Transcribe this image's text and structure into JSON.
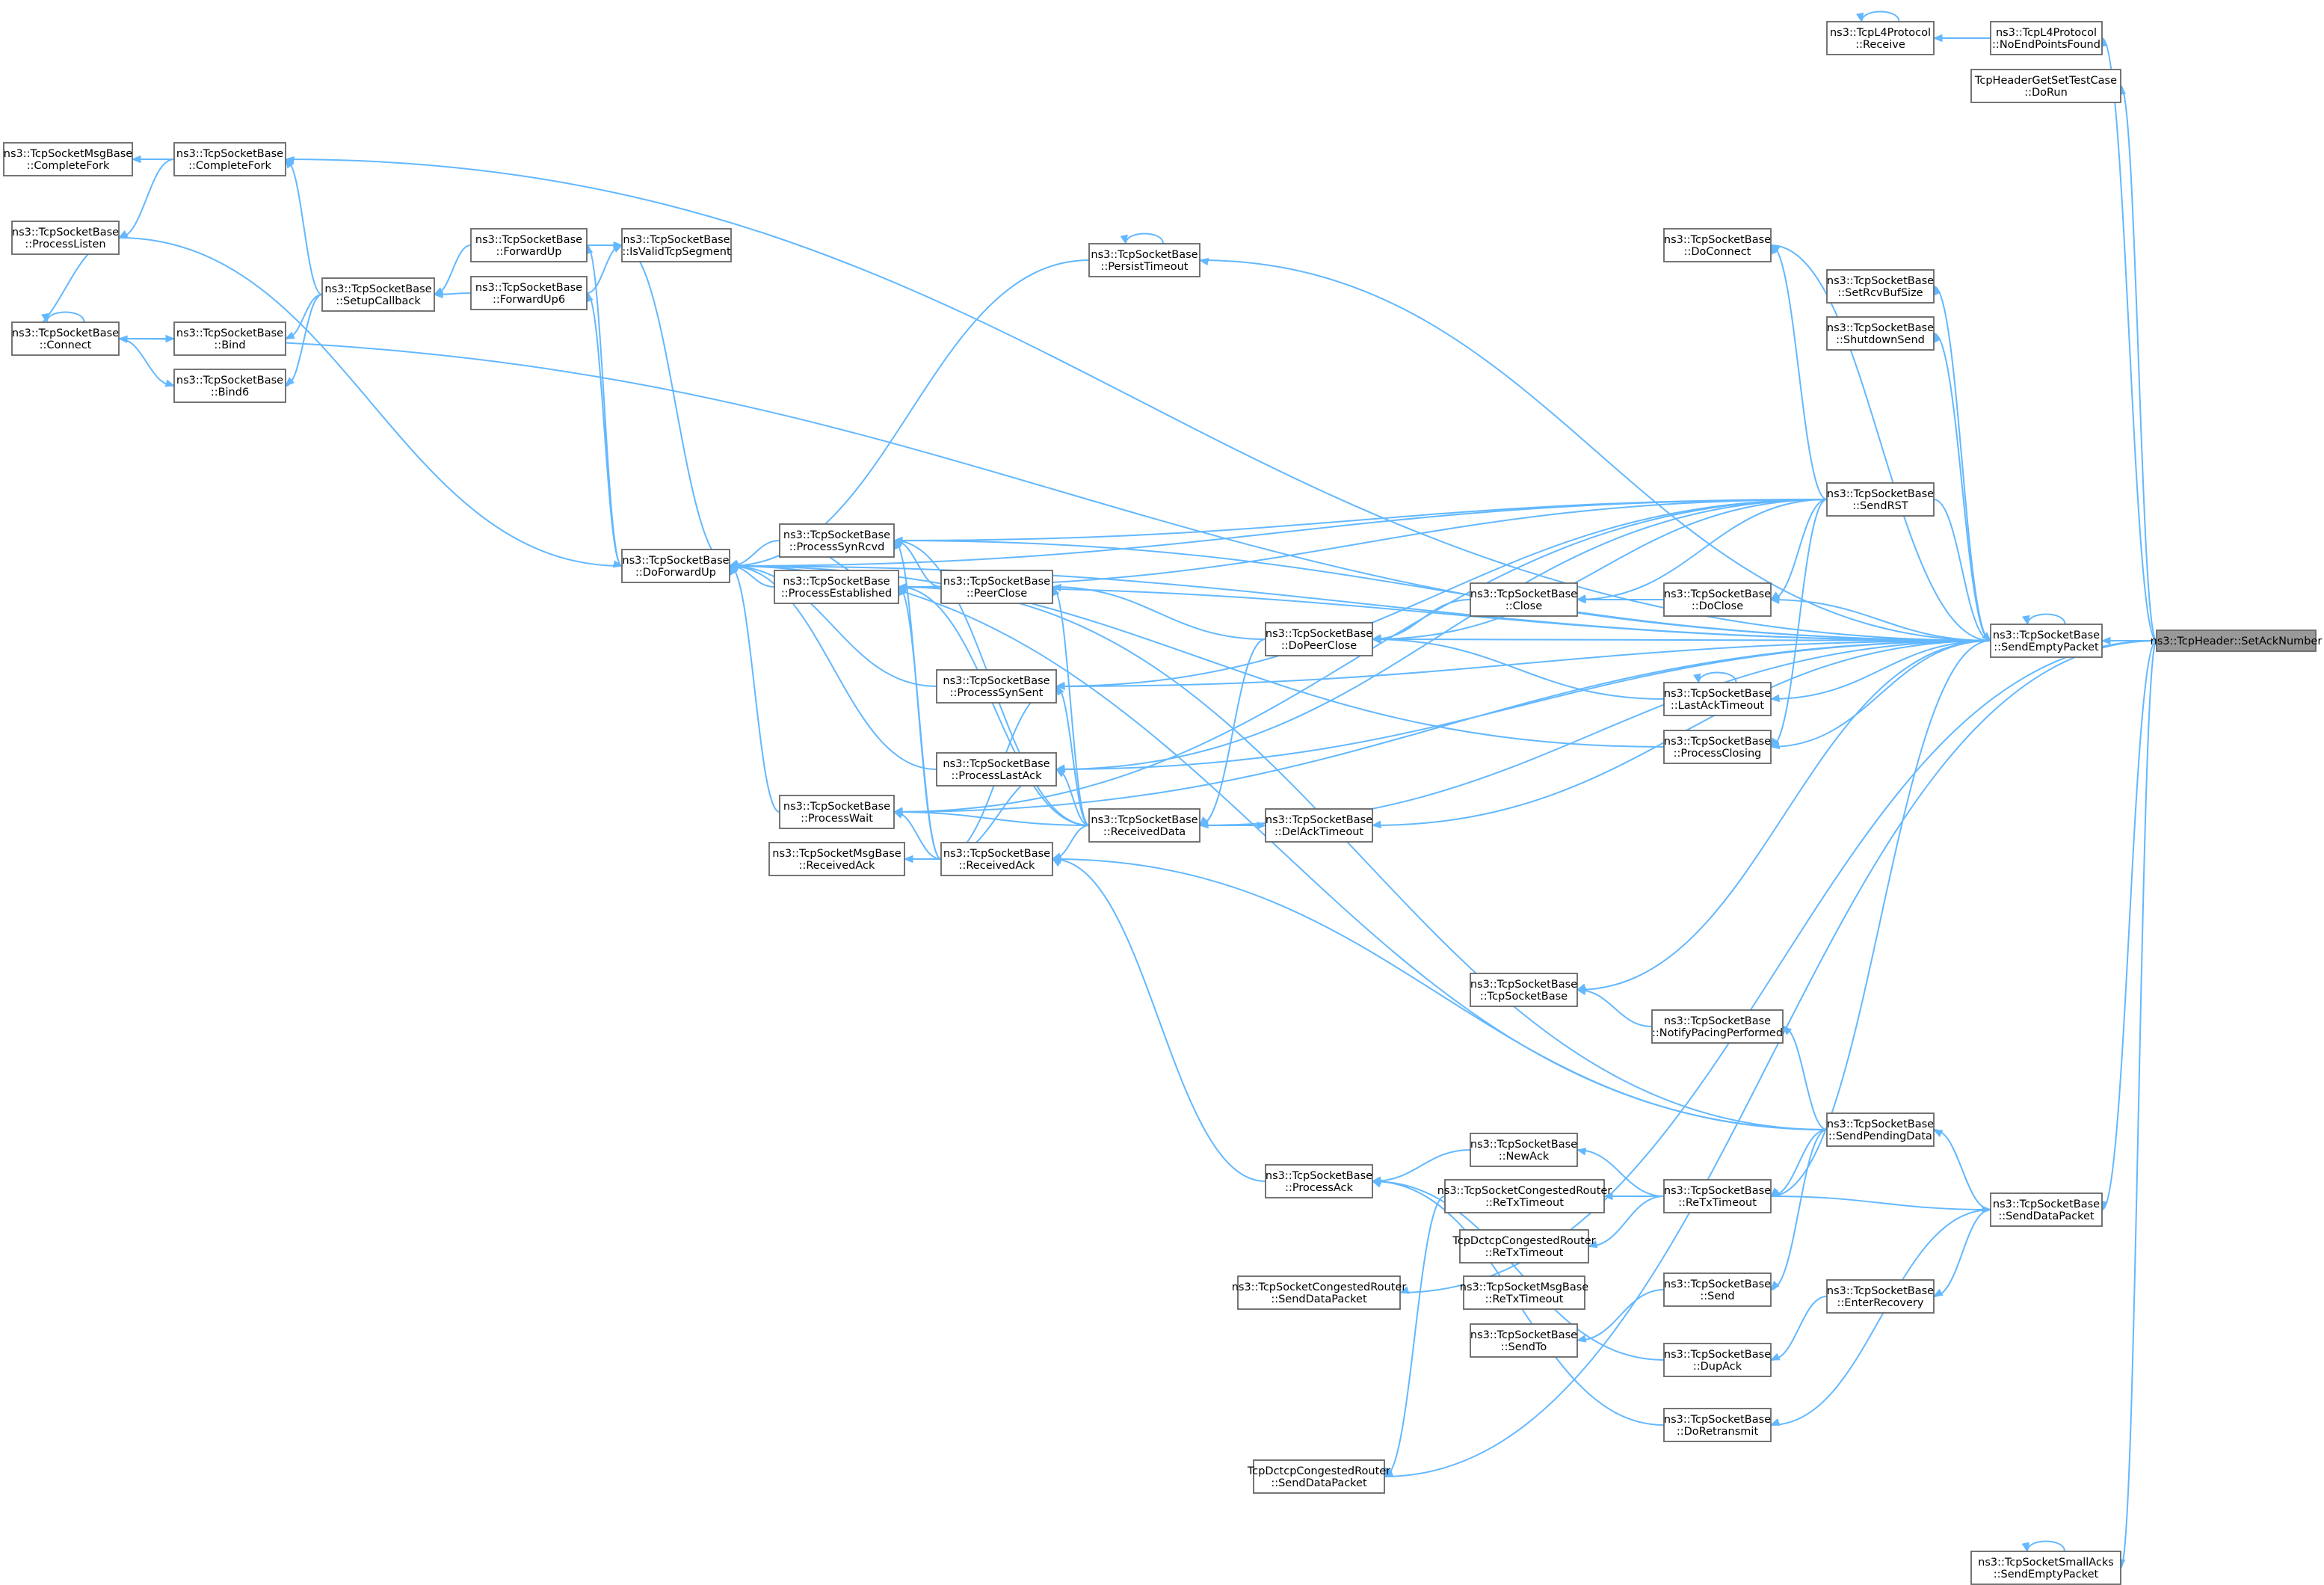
{
  "colors": {
    "edge": "#63b8ff",
    "node_border": "#666666",
    "root_fill": "#999999",
    "node_fill": "#ffffff"
  },
  "nodes": [
    {
      "id": "setack",
      "lines": [
        "ns3::TcpHeader::SetAckNumber"
      ],
      "root": true
    },
    {
      "id": "sendempty",
      "lines": [
        "ns3::TcpSocketBase",
        "::SendEmptyPacket"
      ]
    },
    {
      "id": "l4recv",
      "lines": [
        "ns3::TcpL4Protocol",
        "::Receive"
      ]
    },
    {
      "id": "noendpoints",
      "lines": [
        "ns3::TcpL4Protocol",
        "::NoEndPointsFound"
      ]
    },
    {
      "id": "hdrtest",
      "lines": [
        "TcpHeaderGetSetTestCase",
        "::DoRun"
      ]
    },
    {
      "id": "setrcvbuf",
      "lines": [
        "ns3::TcpSocketBase",
        "::SetRcvBufSize"
      ]
    },
    {
      "id": "shutdownsend",
      "lines": [
        "ns3::TcpSocketBase",
        "::ShutdownSend"
      ]
    },
    {
      "id": "sendrst",
      "lines": [
        "ns3::TcpSocketBase",
        "::SendRST"
      ]
    },
    {
      "id": "sendpending",
      "lines": [
        "ns3::TcpSocketBase",
        "::SendPendingData"
      ]
    },
    {
      "id": "senddata",
      "lines": [
        "ns3::TcpSocketBase",
        "::SendDataPacket"
      ]
    },
    {
      "id": "smallacks",
      "lines": [
        "ns3::TcpSocketSmallAcks",
        "::SendEmptyPacket"
      ]
    },
    {
      "id": "doconnect",
      "lines": [
        "ns3::TcpSocketBase",
        "::DoConnect"
      ]
    },
    {
      "id": "doclose",
      "lines": [
        "ns3::TcpSocketBase",
        "::DoClose"
      ]
    },
    {
      "id": "lastacktimeout",
      "lines": [
        "ns3::TcpSocketBase",
        "::LastAckTimeout"
      ]
    },
    {
      "id": "processclosing",
      "lines": [
        "ns3::TcpSocketBase",
        "::ProcessClosing"
      ]
    },
    {
      "id": "close",
      "lines": [
        "ns3::TcpSocketBase",
        "::Close"
      ]
    },
    {
      "id": "tcpsocketbase",
      "lines": [
        "ns3::TcpSocketBase",
        "::TcpSocketBase"
      ]
    },
    {
      "id": "notifypacing",
      "lines": [
        "ns3::TcpSocketBase",
        "::NotifyPacingPerformed"
      ]
    },
    {
      "id": "retxtimeout",
      "lines": [
        "ns3::TcpSocketBase",
        "::ReTxTimeout"
      ]
    },
    {
      "id": "send",
      "lines": [
        "ns3::TcpSocketBase",
        "::Send"
      ]
    },
    {
      "id": "enterrecovery",
      "lines": [
        "ns3::TcpSocketBase",
        "::EnterRecovery"
      ]
    },
    {
      "id": "dupack",
      "lines": [
        "ns3::TcpSocketBase",
        "::DupAck"
      ]
    },
    {
      "id": "doretransmit",
      "lines": [
        "ns3::TcpSocketBase",
        "::DoRetransmit"
      ]
    },
    {
      "id": "newack",
      "lines": [
        "ns3::TcpSocketBase",
        "::NewAck"
      ]
    },
    {
      "id": "cgretx",
      "lines": [
        "ns3::TcpSocketCongestedRouter",
        "::ReTxTimeout"
      ]
    },
    {
      "id": "dctcpretx",
      "lines": [
        "TcpDctcpCongestedRouter",
        "::ReTxTimeout"
      ]
    },
    {
      "id": "msgretx",
      "lines": [
        "ns3::TcpSocketMsgBase",
        "::ReTxTimeout"
      ]
    },
    {
      "id": "sendto",
      "lines": [
        "ns3::TcpSocketBase",
        "::SendTo"
      ]
    },
    {
      "id": "persisttimeout",
      "lines": [
        "ns3::TcpSocketBase",
        "::PersistTimeout"
      ]
    },
    {
      "id": "dopeerclose",
      "lines": [
        "ns3::TcpSocketBase",
        "::DoPeerClose"
      ]
    },
    {
      "id": "receiveddata",
      "lines": [
        "ns3::TcpSocketBase",
        "::ReceivedData"
      ]
    },
    {
      "id": "delacktimeout",
      "lines": [
        "ns3::TcpSocketBase",
        "::DelAckTimeout"
      ]
    },
    {
      "id": "processack",
      "lines": [
        "ns3::TcpSocketBase",
        "::ProcessAck"
      ]
    },
    {
      "id": "cgsenddata",
      "lines": [
        "ns3::TcpSocketCongestedRouter",
        "::SendDataPacket"
      ]
    },
    {
      "id": "dctcpsenddata",
      "lines": [
        "TcpDctcpCongestedRouter",
        "::SendDataPacket"
      ]
    },
    {
      "id": "processsynrcvd",
      "lines": [
        "ns3::TcpSocketBase",
        "::ProcessSynRcvd"
      ]
    },
    {
      "id": "processestablished",
      "lines": [
        "ns3::TcpSocketBase",
        "::ProcessEstablished"
      ]
    },
    {
      "id": "peerclose",
      "lines": [
        "ns3::TcpSocketBase",
        "::PeerClose"
      ]
    },
    {
      "id": "processsynsent",
      "lines": [
        "ns3::TcpSocketBase",
        "::ProcessSynSent"
      ]
    },
    {
      "id": "processlastack",
      "lines": [
        "ns3::TcpSocketBase",
        "::ProcessLastAck"
      ]
    },
    {
      "id": "processwait",
      "lines": [
        "ns3::TcpSocketBase",
        "::ProcessWait"
      ]
    },
    {
      "id": "receivedack",
      "lines": [
        "ns3::TcpSocketBase",
        "::ReceivedAck"
      ]
    },
    {
      "id": "msgreceivedack",
      "lines": [
        "ns3::TcpSocketMsgBase",
        "::ReceivedAck"
      ]
    },
    {
      "id": "doforwardup",
      "lines": [
        "ns3::TcpSocketBase",
        "::DoForwardUp"
      ]
    },
    {
      "id": "forwardup",
      "lines": [
        "ns3::TcpSocketBase",
        "::ForwardUp"
      ]
    },
    {
      "id": "forwardup6",
      "lines": [
        "ns3::TcpSocketBase",
        "::ForwardUp6"
      ]
    },
    {
      "id": "isvalid",
      "lines": [
        "ns3::TcpSocketBase",
        "::IsValidTcpSegment"
      ]
    },
    {
      "id": "setupcallback",
      "lines": [
        "ns3::TcpSocketBase",
        "::SetupCallback"
      ]
    },
    {
      "id": "completefork",
      "lines": [
        "ns3::TcpSocketBase",
        "::CompleteFork"
      ]
    },
    {
      "id": "msgcompletefork",
      "lines": [
        "ns3::TcpSocketMsgBase",
        "::CompleteFork"
      ]
    },
    {
      "id": "processlisten",
      "lines": [
        "ns3::TcpSocketBase",
        "::ProcessListen"
      ]
    },
    {
      "id": "connect",
      "lines": [
        "ns3::TcpSocketBase",
        "::Connect"
      ]
    },
    {
      "id": "bind",
      "lines": [
        "ns3::TcpSocketBase",
        "::Bind"
      ]
    },
    {
      "id": "bind6",
      "lines": [
        "ns3::TcpSocketBase",
        "::Bind6"
      ]
    }
  ],
  "edges": [
    [
      "sendempty",
      "setack"
    ],
    [
      "noendpoints",
      "setack"
    ],
    [
      "hdrtest",
      "setack"
    ],
    [
      "senddata",
      "setack"
    ],
    [
      "smallacks",
      "setack"
    ],
    [
      "dctcpsenddata",
      "setack"
    ],
    [
      "cgsenddata",
      "setack"
    ],
    [
      "l4recv",
      "noendpoints"
    ],
    [
      "l4recv",
      "l4recv"
    ],
    [
      "sendempty",
      "sendempty"
    ],
    [
      "smallacks",
      "smallacks"
    ],
    [
      "setrcvbuf",
      "sendempty"
    ],
    [
      "shutdownsend",
      "sendempty"
    ],
    [
      "doconnect",
      "sendempty"
    ],
    [
      "doclose",
      "sendempty"
    ],
    [
      "dopeerclose",
      "sendempty"
    ],
    [
      "lastacktimeout",
      "sendempty"
    ],
    [
      "processclosing",
      "sendempty"
    ],
    [
      "delacktimeout",
      "sendempty"
    ],
    [
      "receiveddata",
      "sendempty"
    ],
    [
      "processlastack",
      "sendempty"
    ],
    [
      "processwait",
      "sendempty"
    ],
    [
      "tcpsocketbase",
      "sendempty"
    ],
    [
      "retxtimeout",
      "sendempty"
    ],
    [
      "persisttimeout",
      "sendempty"
    ],
    [
      "completefork",
      "sendempty"
    ],
    [
      "connect",
      "sendempty"
    ],
    [
      "processsynsent",
      "sendempty"
    ],
    [
      "doforwardup",
      "sendempty"
    ],
    [
      "processsynrcvd",
      "sendempty"
    ],
    [
      "processestablished",
      "sendempty"
    ],
    [
      "sendempty",
      "sendrst"
    ],
    [
      "doconnect",
      "sendrst"
    ],
    [
      "doclose",
      "sendrst"
    ],
    [
      "close",
      "sendrst"
    ],
    [
      "processclosing",
      "sendrst"
    ],
    [
      "processsynrcvd",
      "sendrst"
    ],
    [
      "processestablished",
      "sendrst"
    ],
    [
      "dopeerclose",
      "sendrst"
    ],
    [
      "processsynsent",
      "sendrst"
    ],
    [
      "processlastack",
      "sendrst"
    ],
    [
      "processwait",
      "sendrst"
    ],
    [
      "doforwardup",
      "sendrst"
    ],
    [
      "close",
      "doclose"
    ],
    [
      "dopeerclose",
      "close"
    ],
    [
      "lastacktimeout",
      "lastacktimeout"
    ],
    [
      "dopeerclose",
      "lastacktimeout"
    ],
    [
      "doforwardup",
      "processclosing"
    ],
    [
      "sendpending",
      "senddata"
    ],
    [
      "senddata",
      "retxtimeout"
    ],
    [
      "enterrecovery",
      "senddata"
    ],
    [
      "doretransmit",
      "senddata"
    ],
    [
      "tcpsocketbase",
      "notifypacing"
    ],
    [
      "notifypacing",
      "sendpending"
    ],
    [
      "retxtimeout",
      "sendpending"
    ],
    [
      "send",
      "sendpending"
    ],
    [
      "receivedack",
      "sendpending"
    ],
    [
      "processestablished",
      "sendpending"
    ],
    [
      "doforwardup",
      "sendpending"
    ],
    [
      "newack",
      "retxtimeout"
    ],
    [
      "cgretx",
      "retxtimeout"
    ],
    [
      "dctcpretx",
      "retxtimeout"
    ],
    [
      "dupack",
      "enterrecovery"
    ],
    [
      "sendto",
      "send"
    ],
    [
      "processack",
      "newack"
    ],
    [
      "processack",
      "dupack"
    ],
    [
      "processack",
      "doretransmit"
    ],
    [
      "dctcpsenddata",
      "cgretx"
    ],
    [
      "receivedack",
      "processack"
    ],
    [
      "persisttimeout",
      "persisttimeout"
    ],
    [
      "doforwardup",
      "persisttimeout"
    ],
    [
      "receiveddata",
      "dopeerclose"
    ],
    [
      "delacktimeout",
      "receiveddata"
    ],
    [
      "processsynrcvd",
      "receiveddata"
    ],
    [
      "processestablished",
      "receiveddata"
    ],
    [
      "peerclose",
      "receiveddata"
    ],
    [
      "processsynsent",
      "receiveddata"
    ],
    [
      "processlastack",
      "receiveddata"
    ],
    [
      "processwait",
      "receiveddata"
    ],
    [
      "receivedack",
      "receiveddata"
    ],
    [
      "peerclose",
      "dopeerclose"
    ],
    [
      "processsynrcvd",
      "peerclose"
    ],
    [
      "processestablished",
      "peerclose"
    ],
    [
      "processsynrcvd",
      "receivedack"
    ],
    [
      "processestablished",
      "receivedack"
    ],
    [
      "processsynsent",
      "receivedack"
    ],
    [
      "processlastack",
      "receivedack"
    ],
    [
      "processwait",
      "receivedack"
    ],
    [
      "msgreceivedack",
      "receivedack"
    ],
    [
      "processsynrcvd",
      "processestablished"
    ],
    [
      "doforwardup",
      "processsynrcvd"
    ],
    [
      "doforwardup",
      "processestablished"
    ],
    [
      "doforwardup",
      "processsynsent"
    ],
    [
      "doforwardup",
      "processlastack"
    ],
    [
      "doforwardup",
      "processwait"
    ],
    [
      "doforwardup",
      "processlisten"
    ],
    [
      "forwardup",
      "doforwardup"
    ],
    [
      "forwardup6",
      "doforwardup"
    ],
    [
      "isvalid",
      "doforwardup"
    ],
    [
      "setupcallback",
      "forwardup"
    ],
    [
      "setupcallback",
      "forwardup6"
    ],
    [
      "isvalid",
      "forwardup"
    ],
    [
      "isvalid",
      "forwardup6"
    ],
    [
      "completefork",
      "setupcallback"
    ],
    [
      "bind",
      "setupcallback"
    ],
    [
      "bind6",
      "setupcallback"
    ],
    [
      "msgcompletefork",
      "completefork"
    ],
    [
      "processlisten",
      "completefork"
    ],
    [
      "connect",
      "connect"
    ],
    [
      "bind",
      "connect"
    ],
    [
      "bind6",
      "connect"
    ],
    [
      "processlisten",
      "connect"
    ]
  ]
}
